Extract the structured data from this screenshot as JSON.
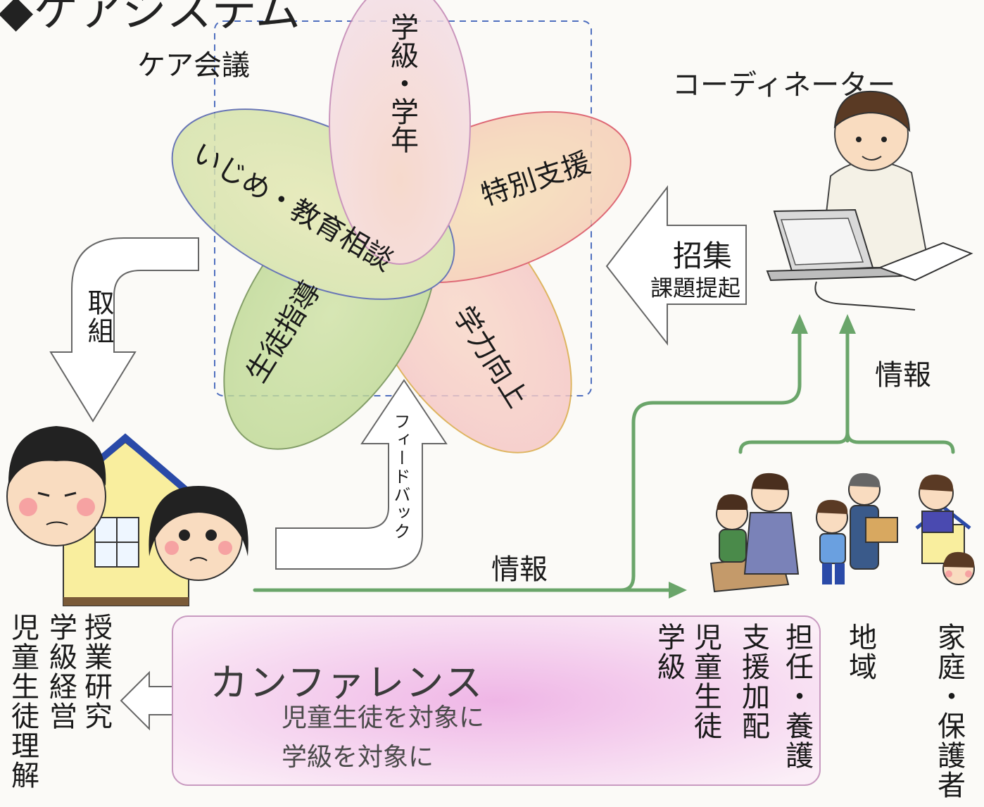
{
  "header": {
    "title_partial": "◆ケアシステム"
  },
  "care_meeting": {
    "label": "ケア会議"
  },
  "coordinator": {
    "label": "コーディネーター"
  },
  "petals": {
    "top": "学級・学年",
    "ijime": "いじめ・教育相談",
    "tokubetsu": "特別支援",
    "seito": "生徒指導",
    "gakuryoku": "学力向上"
  },
  "arrows": {
    "torikumi": "取組",
    "shoushu": "招集",
    "kadai": "課題提起",
    "feedback": "フィードバック"
  },
  "info": {
    "right": "情報",
    "bottom": "情報"
  },
  "conference": {
    "title": "カンファレンス",
    "line1": "児童生徒を対象に",
    "line2": "学級を対象に"
  },
  "left_columns": [
    "授業研究",
    "学級経営",
    "児童生徒理解"
  ],
  "right_columns": [
    "担任・養護",
    "支援加配",
    "児童生徒",
    "学級"
  ],
  "groups": {
    "chiiki": "地域",
    "katei": "家庭・保護者"
  },
  "colors": {
    "petal_top": "#f2c9cf",
    "petal_ijime": "#d9e6a8",
    "petal_tokubetsu": "#f5c8b0",
    "petal_seito": "#c4dc98",
    "petal_gakuryoku": "#f7c8c0",
    "green_arrow": "#6aa56a",
    "dashed_box": "#4f6fbf",
    "conference_pink": "#f2c3e6"
  }
}
